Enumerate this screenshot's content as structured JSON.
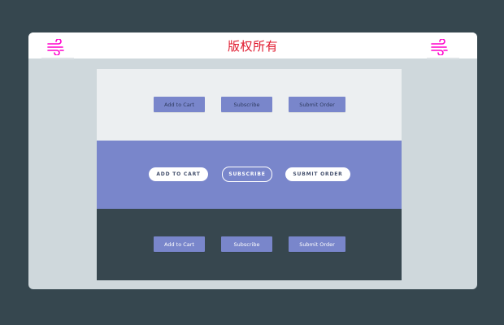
{
  "header": {
    "title": "版权所有",
    "logo_icon": "wind-icon",
    "title_color": "#e0182d",
    "logo_color": "#ff00cc"
  },
  "colors": {
    "background": "#36474f",
    "window": "#cfd8dc",
    "light_section": "#eceff1",
    "purple_section": "#7986cb",
    "dark_section": "#37474f"
  },
  "sections": {
    "light": {
      "buttons": [
        {
          "label": "Add to Cart"
        },
        {
          "label": "Subscribe"
        },
        {
          "label": "Submit Order"
        }
      ]
    },
    "purple": {
      "buttons": [
        {
          "label": "ADD TO CART"
        },
        {
          "label": "SUBSCRIBE"
        },
        {
          "label": "SUBMIT ORDER"
        }
      ]
    },
    "dark": {
      "buttons": [
        {
          "label": "Add to Cart"
        },
        {
          "label": "Subscribe"
        },
        {
          "label": "Submit Order"
        }
      ]
    }
  }
}
